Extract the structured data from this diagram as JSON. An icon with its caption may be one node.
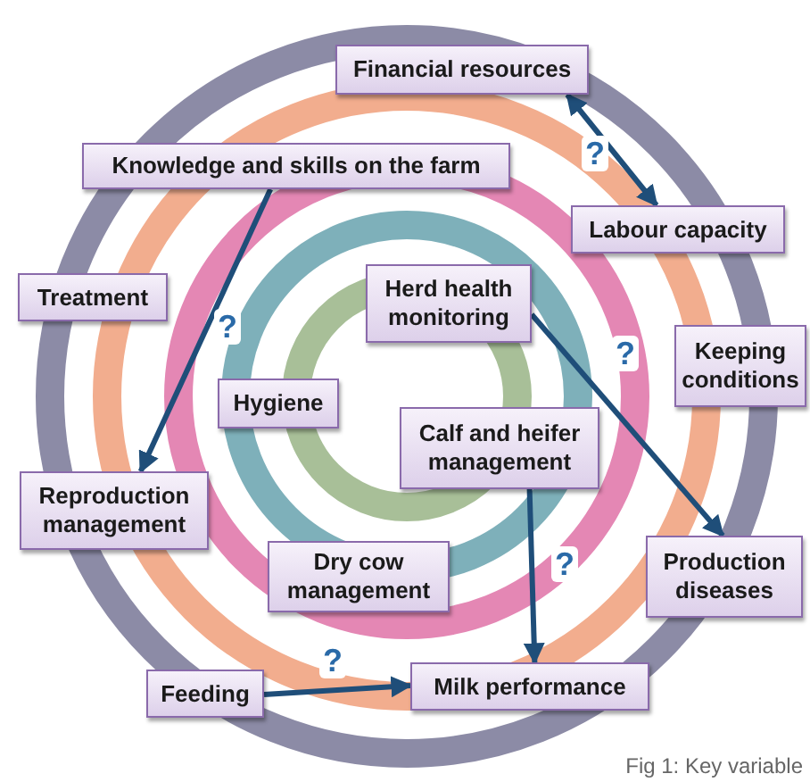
{
  "diagram": {
    "caption": "Fig 1: Key variable",
    "nodes": [
      {
        "text": [
          "Financial resources"
        ]
      },
      {
        "text": [
          "Knowledge and skills on the farm"
        ]
      },
      {
        "text": [
          "Labour capacity"
        ]
      },
      {
        "text": [
          "Treatment"
        ]
      },
      {
        "text": [
          "Herd health monitoring"
        ]
      },
      {
        "text": [
          "Keeping conditions"
        ]
      },
      {
        "text": [
          "Hygiene"
        ]
      },
      {
        "text": [
          "Calf and heifer management"
        ]
      },
      {
        "text": [
          "Reproduction management"
        ]
      },
      {
        "text": [
          "Dry cow management"
        ]
      },
      {
        "text": [
          "Production diseases"
        ]
      },
      {
        "text": [
          "Feeding"
        ]
      },
      {
        "text": [
          "Milk performance"
        ]
      }
    ],
    "edges": [
      {
        "from": 0,
        "to": 2,
        "arrow": "both",
        "label": "?"
      },
      {
        "from": 1,
        "to": 8,
        "arrow": "to",
        "label": "?"
      },
      {
        "from": 4,
        "to": 10,
        "arrow": "to",
        "label": "?"
      },
      {
        "from": 7,
        "to": 12,
        "arrow": "to",
        "label": "?"
      },
      {
        "from": 11,
        "to": 12,
        "arrow": "to",
        "label": "?"
      }
    ]
  }
}
